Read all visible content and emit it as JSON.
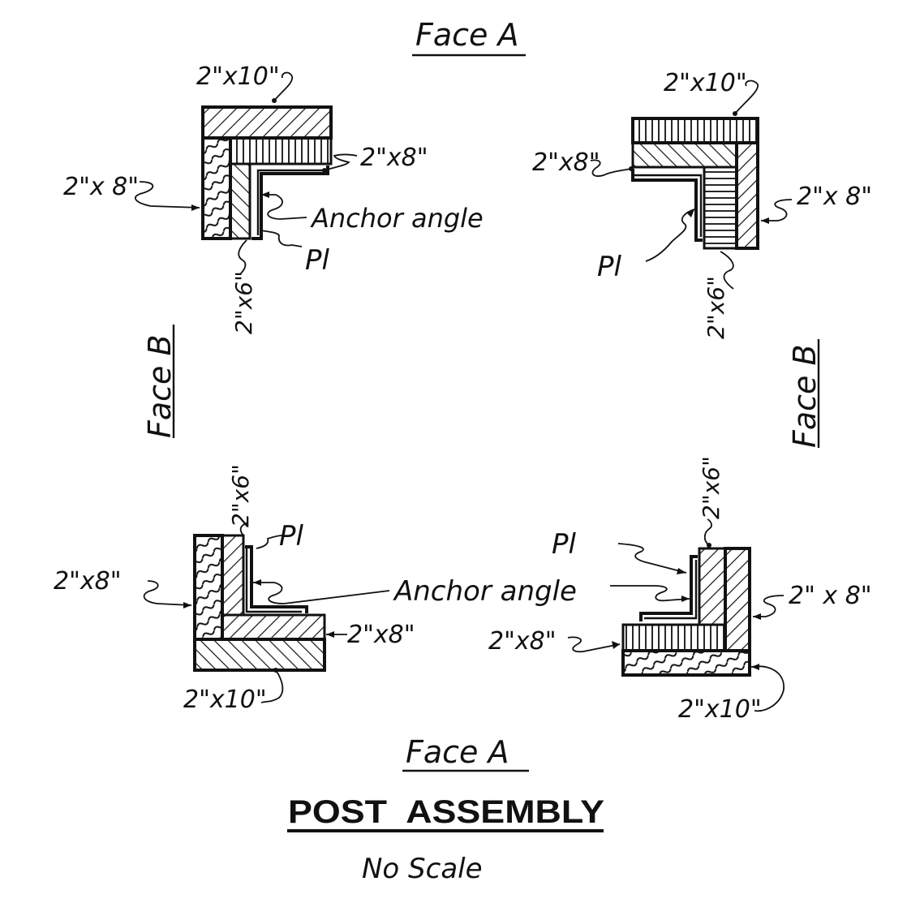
{
  "labels": {
    "face_a_top": "Face A",
    "face_a_bottom": "Face A",
    "face_b_left": "Face B",
    "face_b_right": "Face B",
    "title": "POST  ASSEMBLY",
    "scale": "No Scale"
  },
  "corners": {
    "top_left": {
      "board_2x10": "2\"x10\"",
      "board_2x8_face": "2\"x 8\"",
      "board_2x8_inner": "2\"x8\"",
      "board_2x6": "2\"x6\"",
      "anchor_angle": "Anchor angle",
      "plate": "Pl"
    },
    "top_right": {
      "board_2x10": "2\"x10\"",
      "board_2x8_inner": "2\"x8\"",
      "board_2x8_face": "2\"x 8\"",
      "board_2x6": "2\"x6\"",
      "plate": "Pl"
    },
    "bottom_left": {
      "board_2x6": "2\"x6\"",
      "plate": "Pl",
      "board_2x8_face": "2\"x8\"",
      "anchor_angle": "Anchor angle",
      "board_2x8_inner": "2\"x8\"",
      "board_2x10": "2\"x10\""
    },
    "bottom_right": {
      "board_2x6": "2\"x6\"",
      "plate": "Pl",
      "anchor_angle": "Anchor angle",
      "board_2x8_face": "2\" x 8\"",
      "board_2x8_inner": "2\"x8\"",
      "board_2x10": "2\"x10\""
    }
  }
}
